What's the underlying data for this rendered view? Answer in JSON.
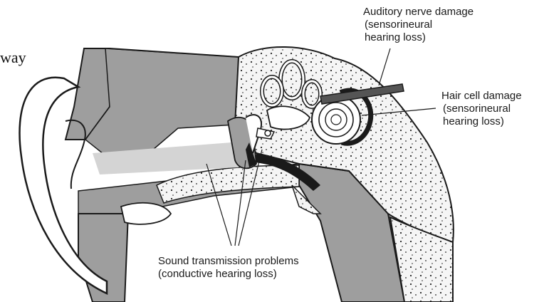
{
  "fragment": "way",
  "labels": {
    "auditory_nerve": {
      "line1": "Auditory nerve damage",
      "line2": "(sensorineural",
      "line3": "hearing loss)"
    },
    "hair_cell": {
      "line1": "Hair cell damage",
      "line2": "(sensorineural",
      "line3": "hearing loss)"
    },
    "sound_transmission": {
      "line1": "Sound transmission problems",
      "line2": "(conductive hearing loss)"
    }
  },
  "colors": {
    "ink": "#1a1a1a",
    "tissue": "#9e9e9e",
    "bone": "#f4f4f4",
    "canal": "#d0d0d0"
  }
}
